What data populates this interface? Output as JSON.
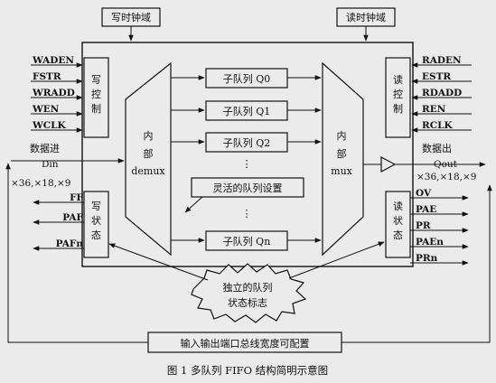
{
  "domains": {
    "write": "写时钟域",
    "read": "读时钟域"
  },
  "write_inputs": [
    "WADEN",
    "FSTR",
    "WRADD",
    "WEN",
    "WCLK"
  ],
  "read_inputs": [
    "RADEN",
    "ESTR",
    "RDADD",
    "REN",
    "RCLK"
  ],
  "write_control": "写控制",
  "read_control": "读控制",
  "data_in": {
    "label": "数据进",
    "name": "Din",
    "widths": "×36,×18,×9"
  },
  "data_out": {
    "label": "数据出",
    "name": "Qout",
    "widths": "×36,×18,×9"
  },
  "write_flags": [
    "FF",
    "PAF",
    "PAFn"
  ],
  "read_flags": [
    "OV",
    "PAE",
    "PR",
    "PAEn",
    "PRn"
  ],
  "write_status": "写状态",
  "read_status": "读状态",
  "demux": {
    "line1": "内",
    "line2": "部",
    "line3": "demux"
  },
  "mux": {
    "line1": "内",
    "line2": "部",
    "line3": "mux"
  },
  "queues": [
    "子队列 Q0",
    "子队列 Q1",
    "子队列 Q2",
    "子队列 Qn"
  ],
  "ellipsis": "⋮",
  "flexible_setting": "灵活的队列设置",
  "independent_flags": {
    "line1": "独立的队列",
    "line2": "状态标志"
  },
  "bus_config": "输入输出端口总线宽度可配置",
  "caption": "图 1  多队列 FIFO 结构简明示意图"
}
